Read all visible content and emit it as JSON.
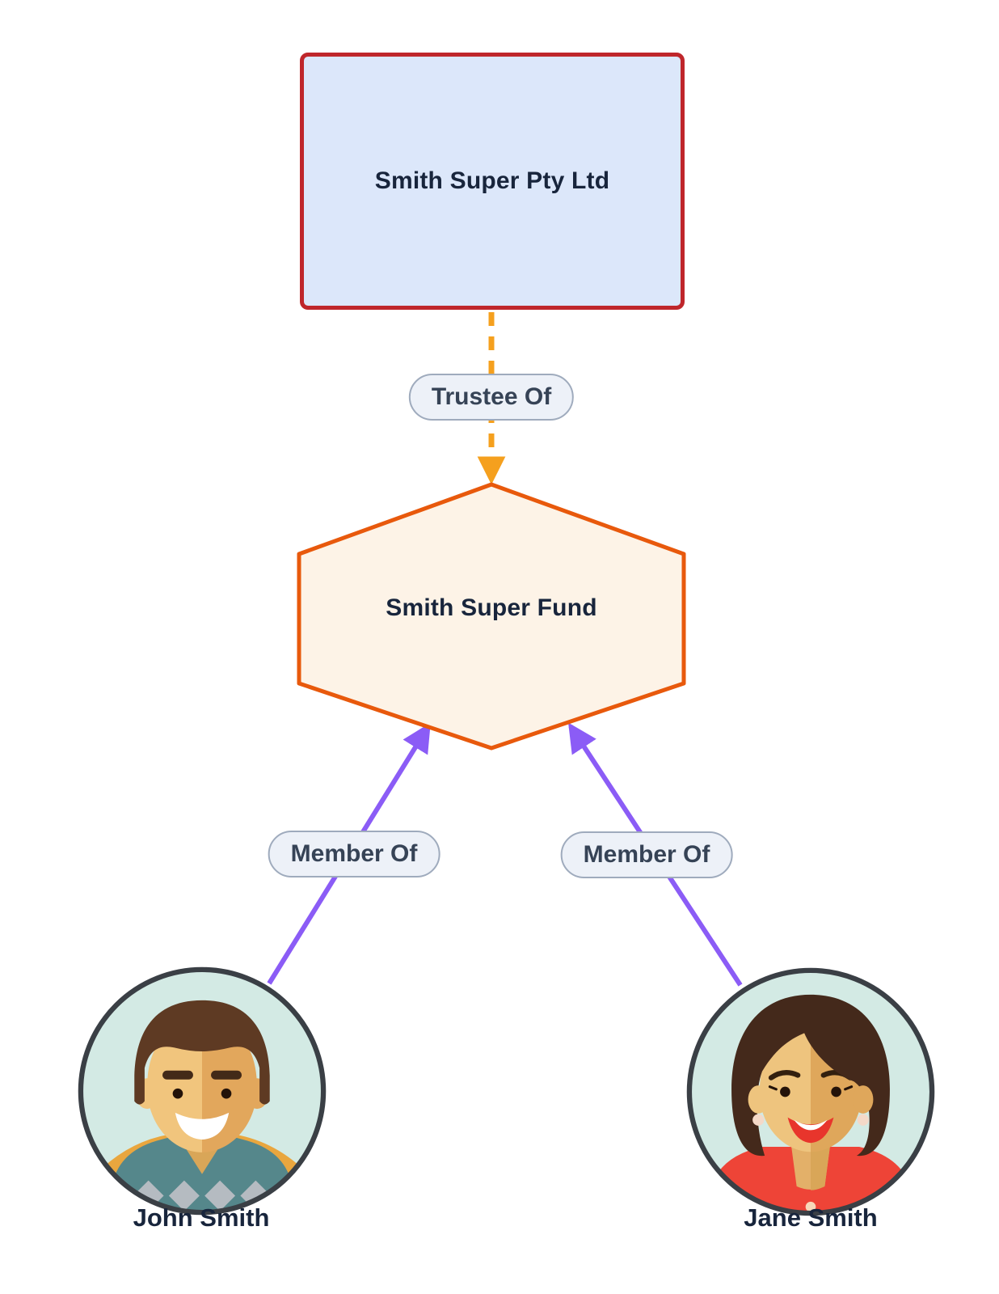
{
  "title": "SMSF structure diagram",
  "colors": {
    "canvas-bg": "#ffffff",
    "company-fill": "#dce7fa",
    "company-border": "#bf262b",
    "fund-fill": "#fdf3e7",
    "fund-border": "#e8590c",
    "trustee-line": "#f5a01e",
    "member-line": "#8b5cf6",
    "pill-bg": "#edf1f8",
    "pill-border": "#9fabbd",
    "pill-text": "#364356",
    "node-text": "#18253c",
    "name-text": "#18253c",
    "avatar-bg": "#d3eae4",
    "avatar-ring": "#3a3f45"
  },
  "nodes": {
    "company": {
      "label": "Smith Super Pty Ltd",
      "shape": "rectangle"
    },
    "fund": {
      "label": "Smith Super Fund",
      "shape": "hexagon"
    },
    "john": {
      "label": "John Smith",
      "shape": "avatar-male"
    },
    "jane": {
      "label": "Jane Smith",
      "shape": "avatar-female"
    }
  },
  "edges": [
    {
      "label": "Trustee Of",
      "from": "company",
      "to": "fund",
      "style": "dashed",
      "color": "#f5a01e"
    },
    {
      "label": "Member Of",
      "from": "john",
      "to": "fund",
      "style": "solid",
      "color": "#8b5cf6"
    },
    {
      "label": "Member Of",
      "from": "jane",
      "to": "fund",
      "style": "solid",
      "color": "#8b5cf6"
    }
  ]
}
